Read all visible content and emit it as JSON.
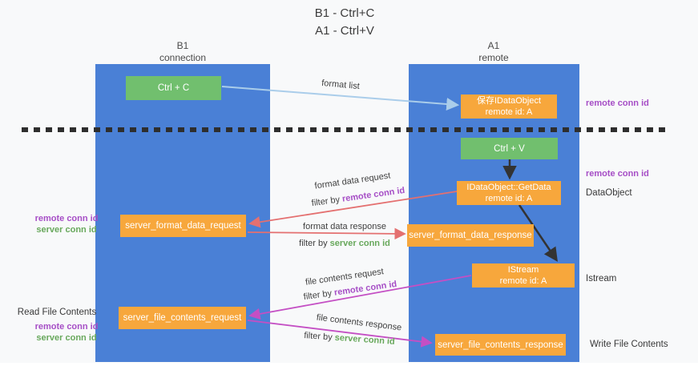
{
  "title": {
    "line1": "B1 - Ctrl+C",
    "line2": "A1 - Ctrl+V"
  },
  "lanes": {
    "left": {
      "header_line1": "B1",
      "header_line2": "connection"
    },
    "right": {
      "header_line1": "A1",
      "header_line2": "remote"
    }
  },
  "boxes": {
    "ctrl_c": "Ctrl + C",
    "ctrl_v": "Ctrl + V",
    "save_idataobject": {
      "line1": "保存IDataObject",
      "line2": "remote id: A"
    },
    "getdata": {
      "line1": "IDataObject::GetData",
      "line2": "remote id: A"
    },
    "istream": {
      "line1": "IStream",
      "line2": "remote id: A"
    },
    "server_format_data_request": "server_format_data_request",
    "server_format_data_response": "server_format_data_response",
    "server_file_contents_request": "server_file_contents_request",
    "server_file_contents_response": "server_file_contents_response"
  },
  "labels": {
    "format_list": "format list",
    "format_data_request": "format data request",
    "format_data_response": "format data response",
    "file_contents_request": "file contents request",
    "file_contents_response": "file contents response",
    "filter_by": "filter by ",
    "remote_conn_id": "remote conn id",
    "server_conn_id": "server conn id",
    "dataobject": "DataObject",
    "istream": "Istream",
    "read_file_contents": "Read File Contents",
    "write_file_contents": "Write File Contents"
  },
  "colors": {
    "lane_blue": "#4a80d6",
    "box_orange": "#f7a73c",
    "box_green": "#71bf6e",
    "label_purple": "#a64ec6",
    "label_green": "#68a85c",
    "arrow_red": "#e47070",
    "arrow_magenta": "#c44fc4",
    "arrow_light_blue": "#aacdea",
    "arrow_black": "#333333",
    "dashed_line": "#2e2e2e"
  }
}
